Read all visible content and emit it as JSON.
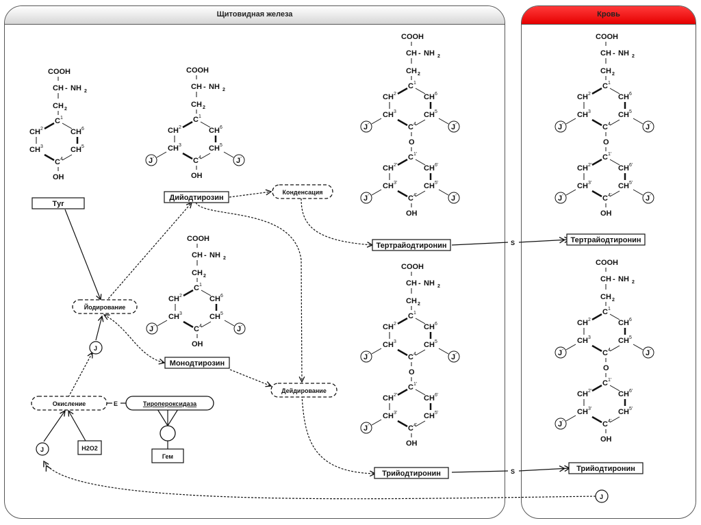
{
  "panels": {
    "thyroid": {
      "title": "Щитовидная железа",
      "header_color": "#d6d6d6"
    },
    "blood": {
      "title": "Кровь",
      "header_color": "#e60000"
    }
  },
  "molecule_text": {
    "cooh": "COOH",
    "ch": "CH",
    "nh2": "NH",
    "ch2": "CH",
    "c": "C",
    "oh": "OH",
    "o": "O",
    "iodine": "J",
    "dash": "-"
  },
  "molecules": [
    {
      "id": "tyrosine",
      "label": "Тyr",
      "iodines": []
    },
    {
      "id": "diiodotyrosine",
      "label": "Дийодтирозин",
      "iodines": [
        "3",
        "5"
      ]
    },
    {
      "id": "monoiodotyrosine",
      "label": "Монодтирозин",
      "iodines": [
        "3",
        "5"
      ]
    },
    {
      "id": "thyroxine-thyroid",
      "label": "Тертрайодтиронин",
      "iodines": [
        "3",
        "5",
        "3'",
        "5'"
      ]
    },
    {
      "id": "triiodothyronine-thyroid",
      "label": "Трийодтиронин",
      "iodines": [
        "3",
        "5",
        "3'"
      ]
    },
    {
      "id": "thyroxine-blood",
      "label": "Тертрайодтиронин",
      "iodines": [
        "3",
        "5",
        "3'",
        "5'"
      ]
    },
    {
      "id": "triiodothyronine-blood",
      "label": "Трийодтиронин",
      "iodines": [
        "3",
        "5",
        "3'"
      ]
    }
  ],
  "processes": {
    "iodination": "Йодирование",
    "condensation": "Конденсация",
    "deiodination": "Дейдирование",
    "oxidation": "Окисление"
  },
  "enzyme": {
    "name": "Тиропероксидаза",
    "link_label": "E",
    "cofactor": "Гем"
  },
  "reagents": {
    "h2o2": "H2O2",
    "iodide": "J"
  },
  "transport_label": "S",
  "edge_colors": {
    "line": "#111111"
  }
}
